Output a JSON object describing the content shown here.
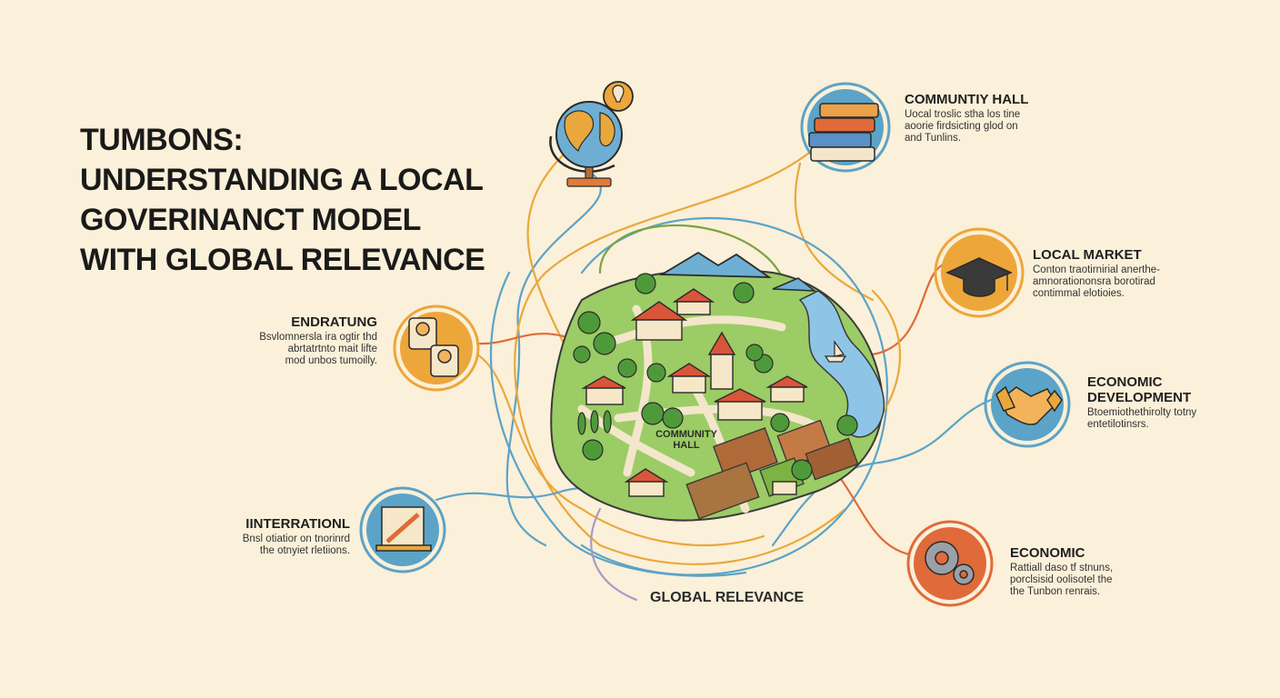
{
  "title": {
    "line1": "TUMBONS:",
    "line2": "UNDERSTANDING A LOCAL",
    "line3": "GOVERINANCT MODEL",
    "line4": "WITH GLOBAL RELEVANCE"
  },
  "nodes": {
    "community_hall": {
      "heading": "COMMUNTIY HALL",
      "body": [
        "Uocal troslic stha los tine",
        "aoorie firdsicting glod on",
        "and Tunlins."
      ],
      "icon": "books-icon",
      "color": "#5ba3c7"
    },
    "local_market": {
      "heading": "LOCAL MARKET",
      "body": [
        "Conton traotirnirial anerthe-",
        "amnorationonsra borotirad",
        "contimmal elotioies."
      ],
      "icon": "graduation-cap-icon",
      "color": "#eda63a"
    },
    "economic_development": {
      "heading": "ECONOMIC",
      "heading2": "DEVELOPMENT",
      "body": [
        "Btoemiothethirolty totny",
        "entetilotinsrs."
      ],
      "icon": "handshake-icon",
      "color": "#5ba3c7"
    },
    "economic": {
      "heading": "ECONOMIC",
      "body": [
        "Rattiall daso tf stnuns,",
        "porclsisid oolisotel the",
        "the Tunbon renrais."
      ],
      "icon": "gears-icon",
      "color": "#e06a3a"
    },
    "endratung": {
      "heading": "ENDRATUNG",
      "body": [
        "Bsvlomnersla ira ogtir thd",
        "abrtatrtnto mait lifte",
        "mod unbos tumoilly."
      ],
      "icon": "people-icon",
      "color": "#eda63a"
    },
    "international": {
      "heading": "IINTERRATIONL",
      "body": [
        "Bnsl otiatior on tnorinrd",
        "the otnyiet rletiions."
      ],
      "icon": "board-icon",
      "color": "#5ba3c7"
    },
    "globe": {
      "icon": "globe-icon"
    }
  },
  "map": {
    "center_label_1": "COMMUNITY",
    "center_label_2": "HALL",
    "bottom_label": "GLOBAL RELEVANCE"
  }
}
